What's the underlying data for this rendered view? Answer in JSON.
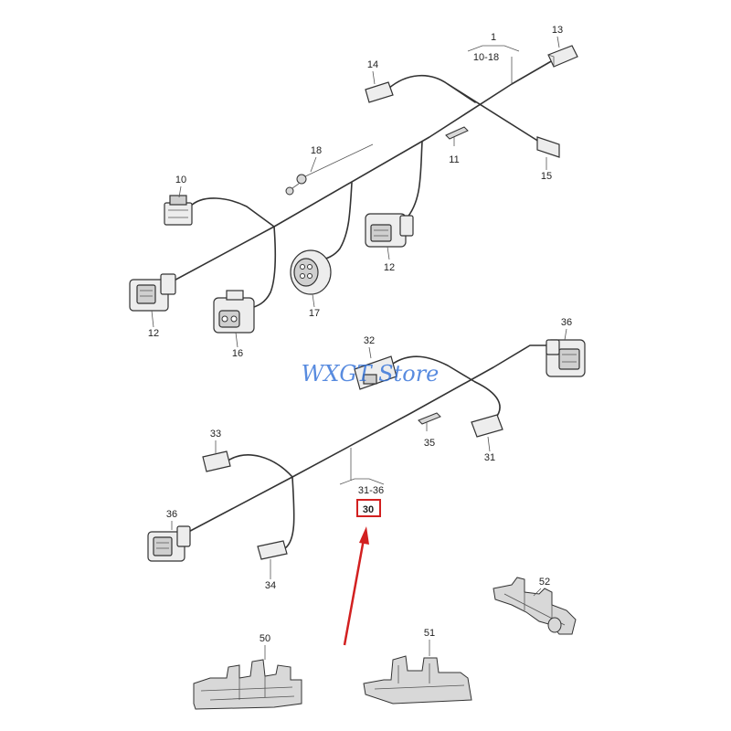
{
  "watermark": "WXGT Store",
  "highlight_color": "#d22020",
  "labels": {
    "p1": "1",
    "p1_range": "10-18",
    "p10": "10",
    "p11": "11",
    "p12a": "12",
    "p12b": "12",
    "p13": "13",
    "p14": "14",
    "p15": "15",
    "p16": "16",
    "p17": "17",
    "p18": "18",
    "p30": "30",
    "p30_range": "31-36",
    "p31": "31",
    "p32": "32",
    "p33": "33",
    "p34": "34",
    "p35": "35",
    "p36a": "36",
    "p36b": "36",
    "p50": "50",
    "p51": "51",
    "p52": "52"
  }
}
